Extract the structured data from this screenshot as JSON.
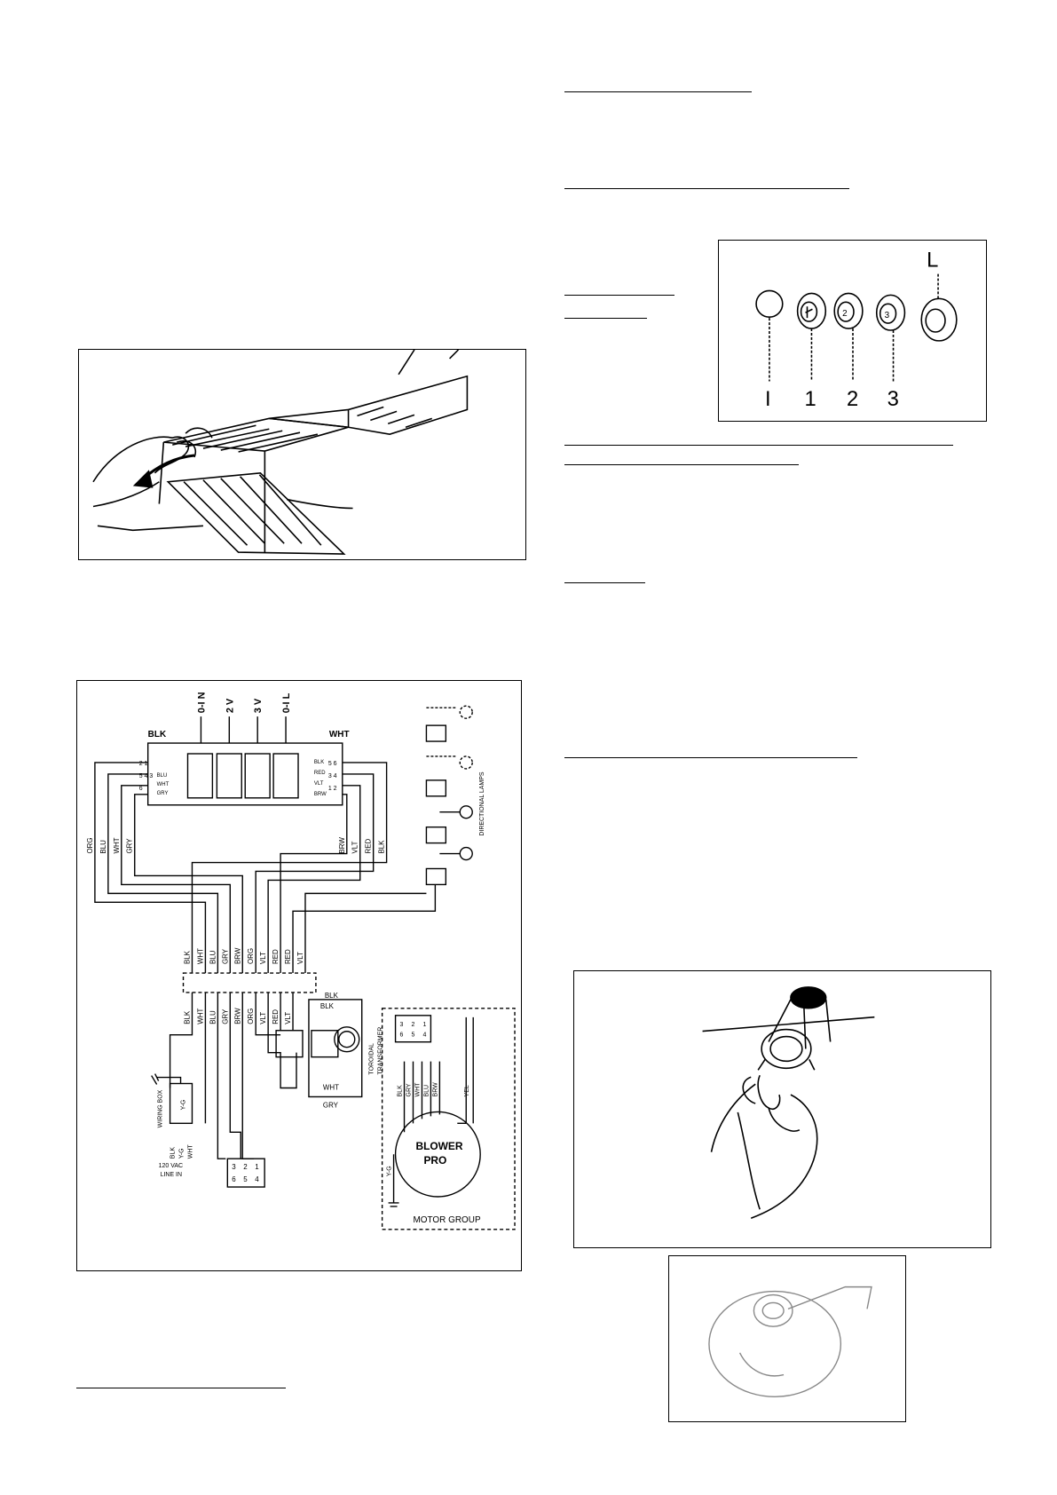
{
  "control_panel": {
    "markers": [
      "L",
      "I",
      "1",
      "2",
      "3"
    ],
    "knob_labels": [
      "2",
      "3"
    ]
  },
  "wiring": {
    "tags": [
      "BLK",
      "WHT"
    ],
    "switch_labels": [
      "0-I N",
      "2 V",
      "3 V",
      "0-I L"
    ],
    "left_block_terminals": [
      "2 1",
      "5 4 3",
      "6"
    ],
    "left_block_colors": [
      "BLU",
      "WHT",
      "GRY"
    ],
    "right_block_terminals": [
      "5 6",
      "3 4",
      "1 2"
    ],
    "right_block_colors": [
      "BLK",
      "RED",
      "VLT",
      "BRW"
    ],
    "left_wire_labels": [
      "ORG",
      "BLU",
      "WHT",
      "GRY"
    ],
    "right_wire_labels": [
      "BRW",
      "VLT",
      "RED",
      "BLK"
    ],
    "bus_top_labels": [
      "BLK",
      "WHT",
      "BLU",
      "GRY",
      "BRW",
      "ORG",
      "VLT",
      "RED",
      "RED",
      "VLT"
    ],
    "bus_bottom_labels": [
      "BLK",
      "WHT",
      "BLU",
      "GRY",
      "BRW",
      "ORG",
      "VLT",
      "RED",
      "VLT"
    ],
    "lamps_label": "DIRECTIONAL LAMPS",
    "wiring_box_label": "WIRING BOX",
    "wiring_box_inner": "Y-G",
    "line_in_wires": [
      "BLK",
      "Y-G",
      "WHT"
    ],
    "line_in_label": [
      "120 VAC",
      "LINE IN"
    ],
    "transformer_top": [
      "BLK",
      "BLK"
    ],
    "transformer_bottom": [
      "WHT",
      "GRY"
    ],
    "transformer_label": [
      "TOROIDAL",
      "TRANSFORMER"
    ],
    "motor_wires": [
      "BLK",
      "GRY",
      "WHT",
      "BLU",
      "BRW",
      "YEL"
    ],
    "motor_ground": "Y-G",
    "blower_label": [
      "BLOWER",
      "PRO"
    ],
    "motor_group_label": "MOTOR GROUP",
    "connector_pins": [
      "3",
      "2",
      "1",
      "6",
      "5",
      "4"
    ]
  }
}
